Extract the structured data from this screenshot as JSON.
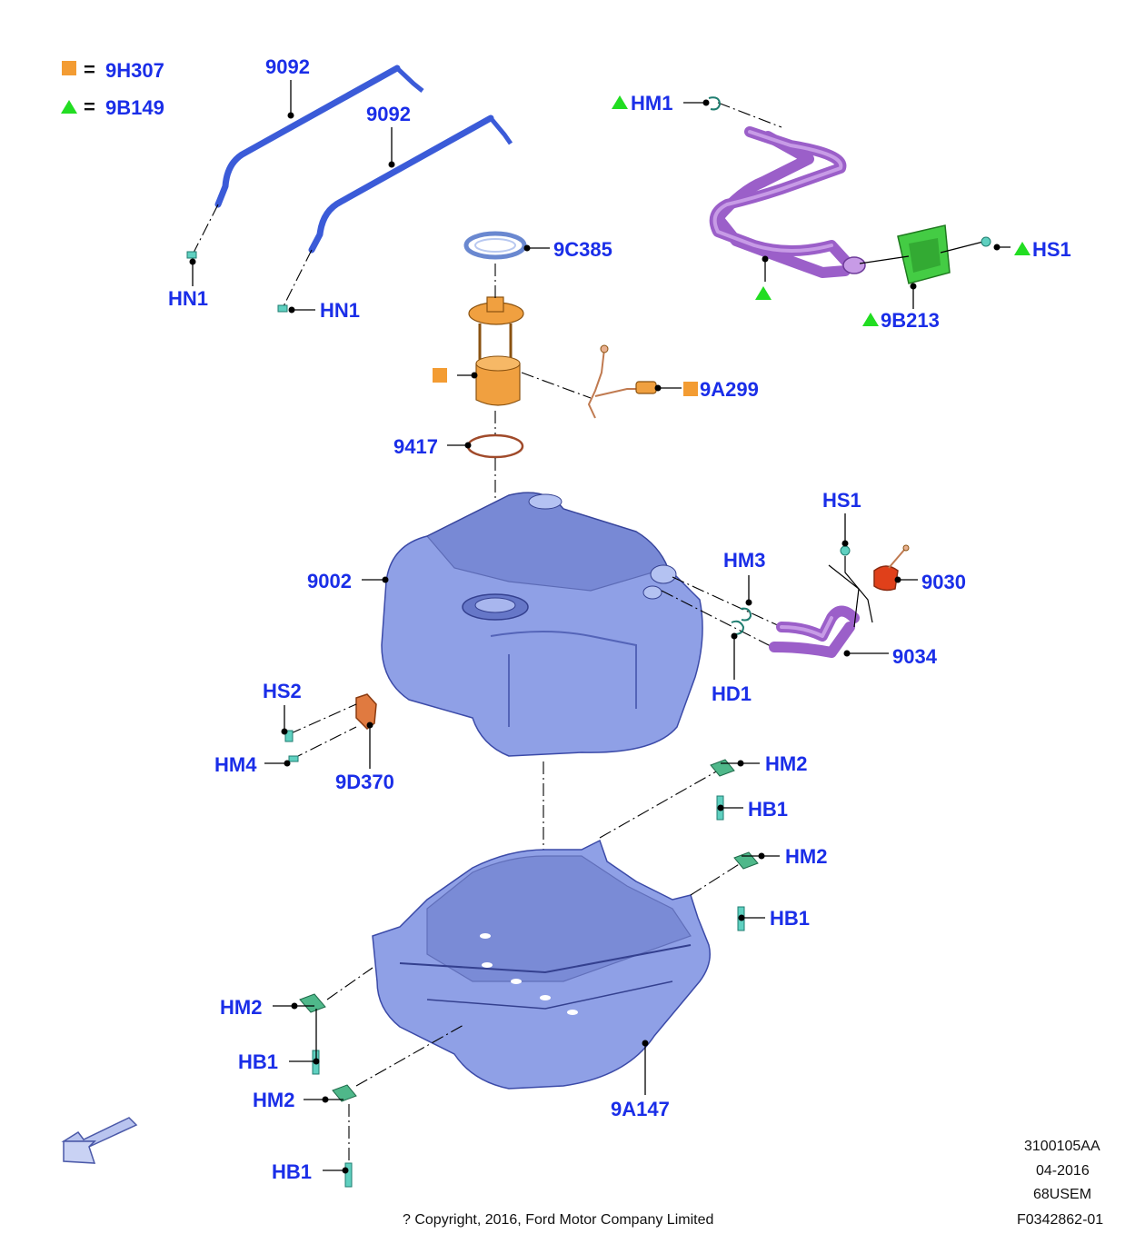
{
  "legend": {
    "square_code": "9H307",
    "triangle_code": "9B149",
    "equals": "=",
    "square_color": "#f39c33",
    "triangle_color": "#22dd22"
  },
  "labels": {
    "strap_1": "9092",
    "strap_2": "9092",
    "hn1_a": "HN1",
    "hn1_b": "HN1",
    "hm1": "HM1",
    "hs1_top": "HS1",
    "filler_9b213": "9B213",
    "ring_9c385": "9C385",
    "pump_9a299": "9A299",
    "seal_9417": "9417",
    "tank_9002": "9002",
    "hs1_mid": "HS1",
    "hm3": "HM3",
    "cap_9030": "9030",
    "pipe_9034": "9034",
    "hd1": "HD1",
    "hs2": "HS2",
    "hm4": "HM4",
    "bracket_9d370": "9D370",
    "hm2_a": "HM2",
    "hb1_a": "HB1",
    "hm2_b": "HM2",
    "hb1_b": "HB1",
    "hm2_c": "HM2",
    "hb1_c": "HB1",
    "hm2_d": "HM2",
    "hb1_d": "HB1",
    "shield_9a147": "9A147"
  },
  "footer": {
    "copyright": "? Copyright, 2016, Ford Motor Company Limited",
    "code": "3100105AA",
    "date": "04-2016",
    "market": "68USEM",
    "figure": "F0342862-01"
  },
  "colors": {
    "label_blue": "#1a2ee8",
    "tank_blue": "#8fa0e6",
    "strap_blue": "#3b5bd8",
    "pipe_purple": "#9b5fc9",
    "pump_orange": "#f0a040",
    "fastener_teal": "#5fd0c0",
    "filler_green": "#44cc44",
    "cap_red": "#e0401a"
  },
  "icons": [
    "orange-square-icon",
    "green-triangle-icon",
    "front-direction-arrow-icon"
  ]
}
